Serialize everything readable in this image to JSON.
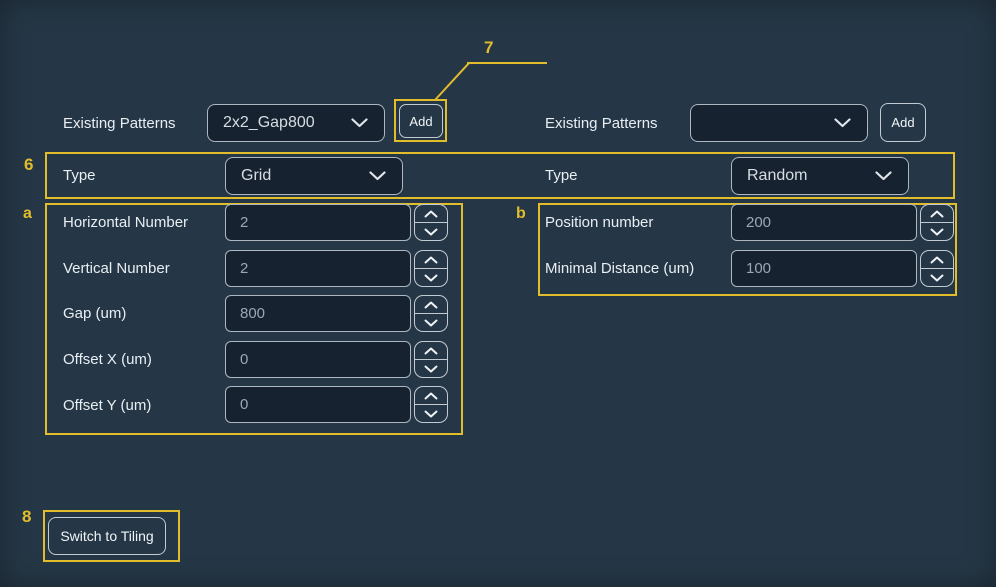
{
  "colors": {
    "background": "#253746",
    "control_background": "#172230",
    "control_border": "#aeb7c0",
    "annotation_gold": "#e2bd2b",
    "label_text": "#e9eef3",
    "value_text": "#9ba7b4"
  },
  "annotations": {
    "callout_7": "7",
    "section_6": "6",
    "panel_a": "a",
    "panel_b": "b",
    "button_8": "8"
  },
  "pattern_left": {
    "label": "Existing Patterns",
    "selected": "2x2_Gap800",
    "add_button": "Add"
  },
  "pattern_right": {
    "label": "Existing Patterns",
    "selected": "",
    "add_button": "Add"
  },
  "type_left": {
    "label": "Type",
    "selected": "Grid"
  },
  "type_right": {
    "label": "Type",
    "selected": "Random"
  },
  "grid_fields": [
    {
      "label": "Horizontal Number",
      "value": "2"
    },
    {
      "label": "Vertical Number",
      "value": "2"
    },
    {
      "label": "Gap (um)",
      "value": "800"
    },
    {
      "label": "Offset X (um)",
      "value": "0"
    },
    {
      "label": "Offset Y (um)",
      "value": "0"
    }
  ],
  "random_fields": [
    {
      "label": "Position number",
      "value": "200"
    },
    {
      "label": "Minimal Distance (um)",
      "value": "100"
    }
  ],
  "footer": {
    "switch_button": "Switch to Tiling"
  }
}
